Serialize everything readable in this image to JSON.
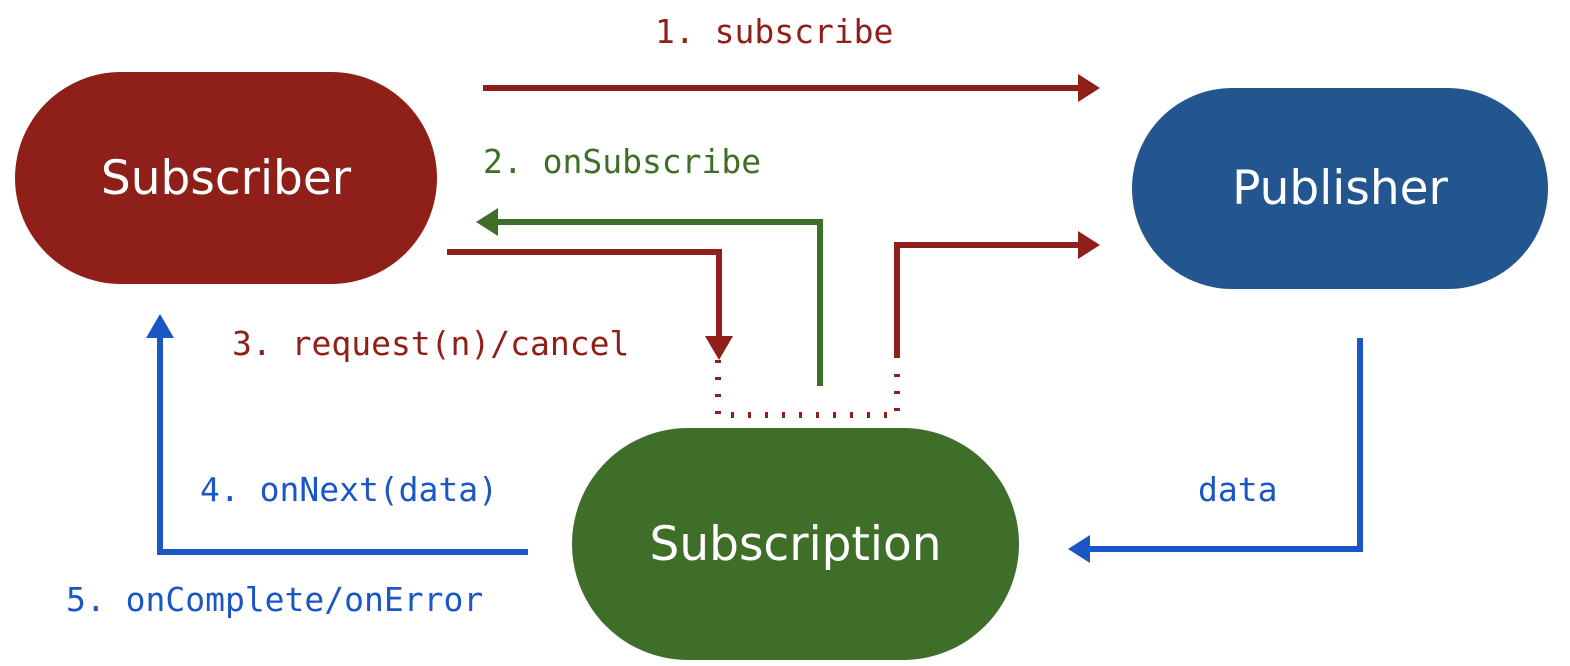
{
  "diagram": {
    "title": "Reactive Streams Publisher/Subscriber/Subscription interaction",
    "background": "#ffffff",
    "colors": {
      "subscriber": "#8E2019",
      "publisher": "#23558F",
      "subscription": "#3F6E29",
      "red_arrow": "#8E2019",
      "green_arrow": "#3F6E29",
      "blue_arrow": "#1A56C4",
      "node_text": "#ffffff"
    },
    "nodes": [
      {
        "id": "subscriber",
        "label": "Subscriber",
        "shape": "stadium",
        "color": "#8E2019"
      },
      {
        "id": "publisher",
        "label": "Publisher",
        "shape": "stadium",
        "color": "#23558F"
      },
      {
        "id": "subscription",
        "label": "Subscription",
        "shape": "stadium",
        "color": "#3F6E29"
      }
    ],
    "edges": [
      {
        "id": "e1",
        "label": "1. subscribe",
        "from": "subscriber",
        "to": "publisher",
        "color": "#8E2019",
        "style": "solid",
        "arrow": "end"
      },
      {
        "id": "e2",
        "label": "2. onSubscribe",
        "from": "subscription",
        "to": "subscriber",
        "color": "#3F6E29",
        "style": "solid",
        "arrow": "end"
      },
      {
        "id": "e3",
        "label": "3. request(n)/cancel",
        "from": "subscriber",
        "to": "subscription",
        "color": "#8E2019",
        "style": "solid",
        "arrow": "end"
      },
      {
        "id": "e3b",
        "label": "",
        "from": "subscription",
        "to": "publisher",
        "color": "#8E2019",
        "style": "solid",
        "arrow": "end"
      },
      {
        "id": "e4",
        "label": "4. onNext(data)",
        "from": "subscription",
        "to": "subscriber",
        "color": "#1A56C4",
        "style": "solid",
        "arrow": "end"
      },
      {
        "id": "e5",
        "label": "5. onComplete/onError",
        "from": "subscription",
        "to": "subscriber",
        "color": "#1A56C4",
        "style": "solid",
        "arrow": "end"
      },
      {
        "id": "e6",
        "label": "data",
        "from": "publisher",
        "to": "subscription",
        "color": "#1A56C4",
        "style": "solid",
        "arrow": "end"
      },
      {
        "id": "e7",
        "label": "",
        "from": "subscription-bracket",
        "to": "subscription",
        "color": "#8E2019",
        "style": "dotted",
        "arrow": "none"
      }
    ]
  }
}
